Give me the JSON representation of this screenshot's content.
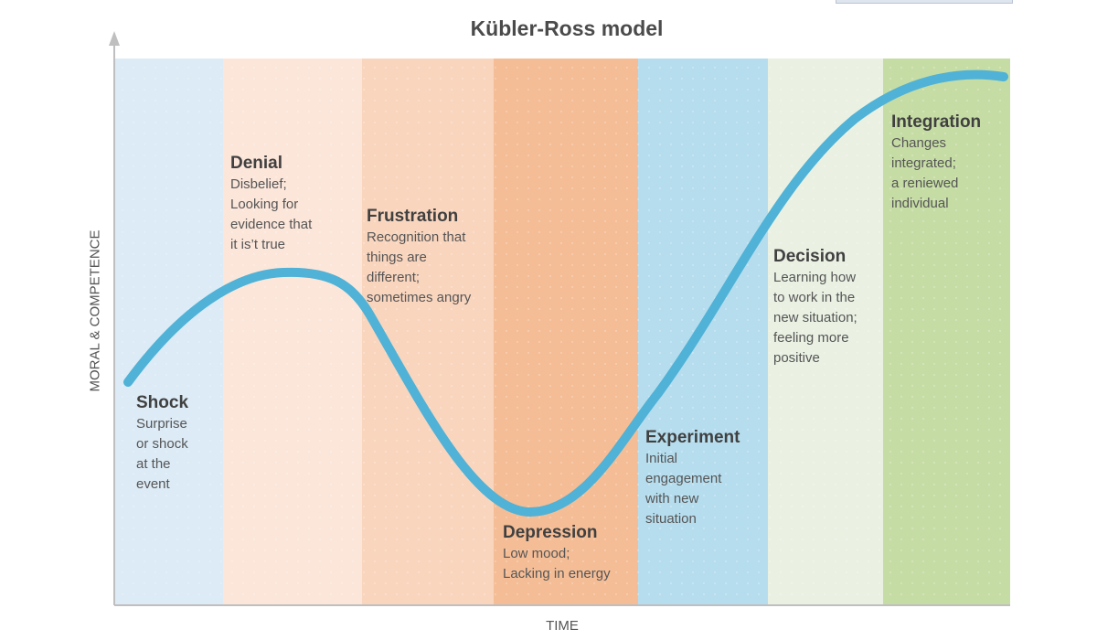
{
  "title": "Kübler-Ross model",
  "xlabel": "TIME",
  "ylabel": "MORAL & COMPETENCE",
  "colors": {
    "curve": "#4fb2d6",
    "axis": "#bfbfbf",
    "text_dark": "#404040",
    "text_body": "#555555"
  },
  "stages": [
    {
      "name": "Shock",
      "description": "Surprise\nor shock\nat the\nevent",
      "color": "#dcebf6"
    },
    {
      "name": "Denial",
      "description": "Disbelief;\nLooking for\nevidence that\nit is’t true",
      "color": "#fce6da"
    },
    {
      "name": "Frustration",
      "description": "Recognition that\nthings are\ndifferent;\nsometimes angry",
      "color": "#f9d5be"
    },
    {
      "name": "Depression",
      "description": "Low mood;\nLacking in energy",
      "color": "#f4bd96"
    },
    {
      "name": "Experiment",
      "description": "Initial\nengagement\nwith new\nsituation",
      "color": "#b6ddee"
    },
    {
      "name": "Decision",
      "description": "Learning how\nto work in the\nnew situation;\nfeeling more\npositive",
      "color": "#eaf1e3"
    },
    {
      "name": "Integration",
      "description": "Changes\nintegrated;\na reniewed\nindividual",
      "color": "#c6dca5"
    }
  ]
}
